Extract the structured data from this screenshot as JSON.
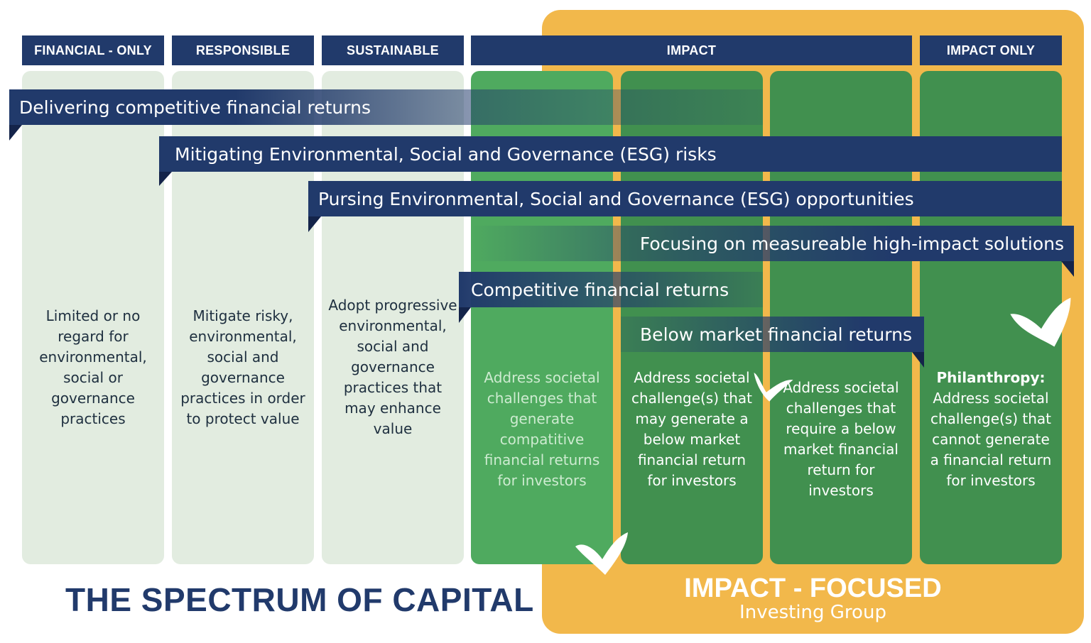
{
  "headers": [
    "FINANCIAL - ONLY",
    "RESPONSIBLE",
    "SUSTAINABLE",
    "IMPACT",
    "IMPACT ONLY"
  ],
  "banners": [
    "Delivering competitive financial returns",
    "Mitigating Environmental, Social and Governance (ESG) risks",
    "Pursing Environmental, Social and Governance (ESG) opportunities",
    "Focusing on measureable high-impact solutions",
    "Competitive financial returns",
    "Below market financial returns"
  ],
  "columns": [
    "Limited or no regard for environmental, social or governance practices",
    "Mitigate risky, environmental, social and governance practices in order to protect value",
    "Adopt progressive environmental, social and governance practices that may enhance value",
    "Address societal challenges that generate compatitive financial returns for investors",
    "Address societal challenge(s) that may generate a below market financial return for investors",
    "Address societal challenges that require a below market financial return for investors",
    "Address societal challenge(s) that cannot generate a financial return for investors"
  ],
  "philanthropy_label": "Philanthropy:",
  "title": "THE SPECTRUM OF CAPITAL",
  "impact_focused": {
    "title": "IMPACT - FOCUSED",
    "subtitle": "Investing Group"
  },
  "colors": {
    "navy": "#213a6b",
    "orange": "#f2b84b",
    "green": "#41904f",
    "light_green": "#4faa5f",
    "pale": "#e2ece0"
  }
}
